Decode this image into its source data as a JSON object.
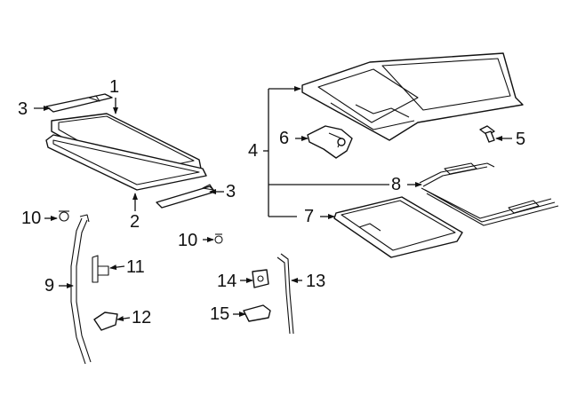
{
  "callouts": {
    "c1": "1",
    "c2": "2",
    "c3a": "3",
    "c3b": "3",
    "c4": "4",
    "c5": "5",
    "c6": "6",
    "c7": "7",
    "c8": "8",
    "c9": "9",
    "c10a": "10",
    "c10b": "10",
    "c11": "11",
    "c12": "12",
    "c13": "13",
    "c14": "14",
    "c15": "15"
  }
}
